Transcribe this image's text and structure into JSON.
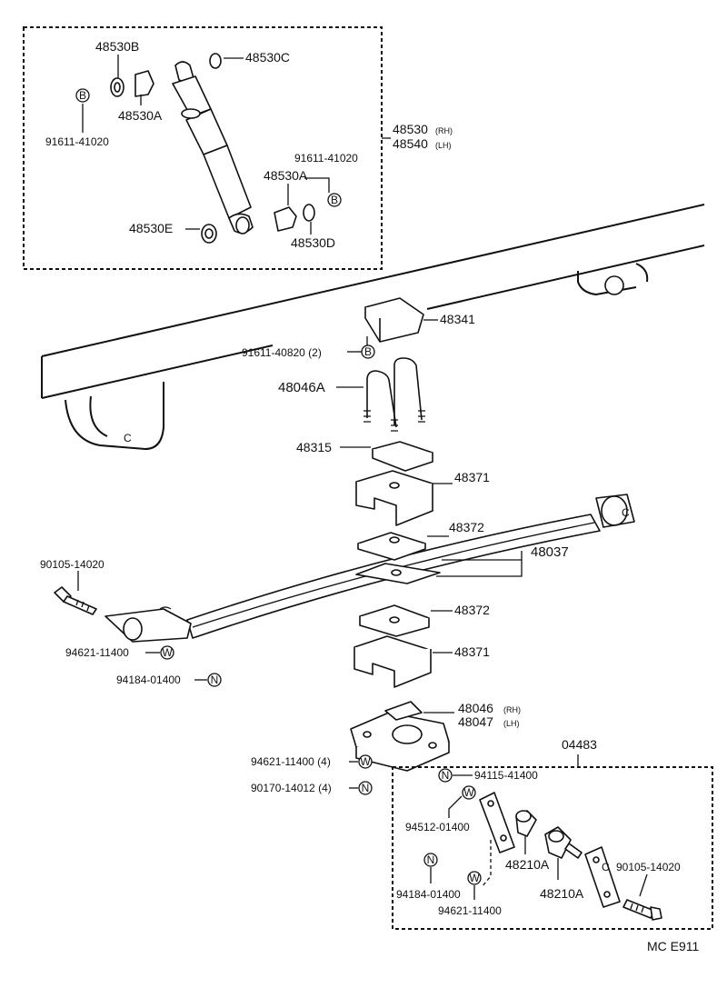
{
  "labels": {
    "p48530B": "48530B",
    "p48530A_top": "48530A",
    "p48530C": "48530C",
    "p91611_41020_left": "91611-41020",
    "p48530_rh": "48530",
    "p48530_rh_sub": "(RH)",
    "p48540_lh": "48540",
    "p48540_lh_sub": "(LH)",
    "p91611_41020_right": "91611-41020",
    "p48530A_right": "48530A",
    "p48530E": "48530E",
    "p48530D": "48530D",
    "p48341": "48341",
    "p91611_40820": "91611-40820 (2)",
    "p48046A": "48046A",
    "p48315": "48315",
    "p48371_top": "48371",
    "p48372_top": "48372",
    "p48037": "48037",
    "p90105_14020_left": "90105-14020",
    "p48372_bottom": "48372",
    "p94621_11400_left": "94621-11400",
    "p48371_bottom": "48371",
    "p94184_01400_left": "94184-01400",
    "p48046_rh": "48046",
    "p48046_rh_sub": "(RH)",
    "p48047_lh": "48047",
    "p48047_lh_sub": "(LH)",
    "p04483": "04483",
    "p94621_11400_4": "94621-11400 (4)",
    "p90170_14012_4": "90170-14012 (4)",
    "p94115_41400": "94115-41400",
    "p94512_01400": "94512-01400",
    "p48210A_a": "48210A",
    "p94184_01400_right": "94184-01400",
    "p94621_11400_right": "94621-11400",
    "p48210A_b": "48210A",
    "p90105_14020_right": "90105-14020",
    "footer_code": "MC  E911"
  },
  "markers": {
    "B": "B",
    "W": "W",
    "N": "N"
  },
  "frame_glyph": "C"
}
